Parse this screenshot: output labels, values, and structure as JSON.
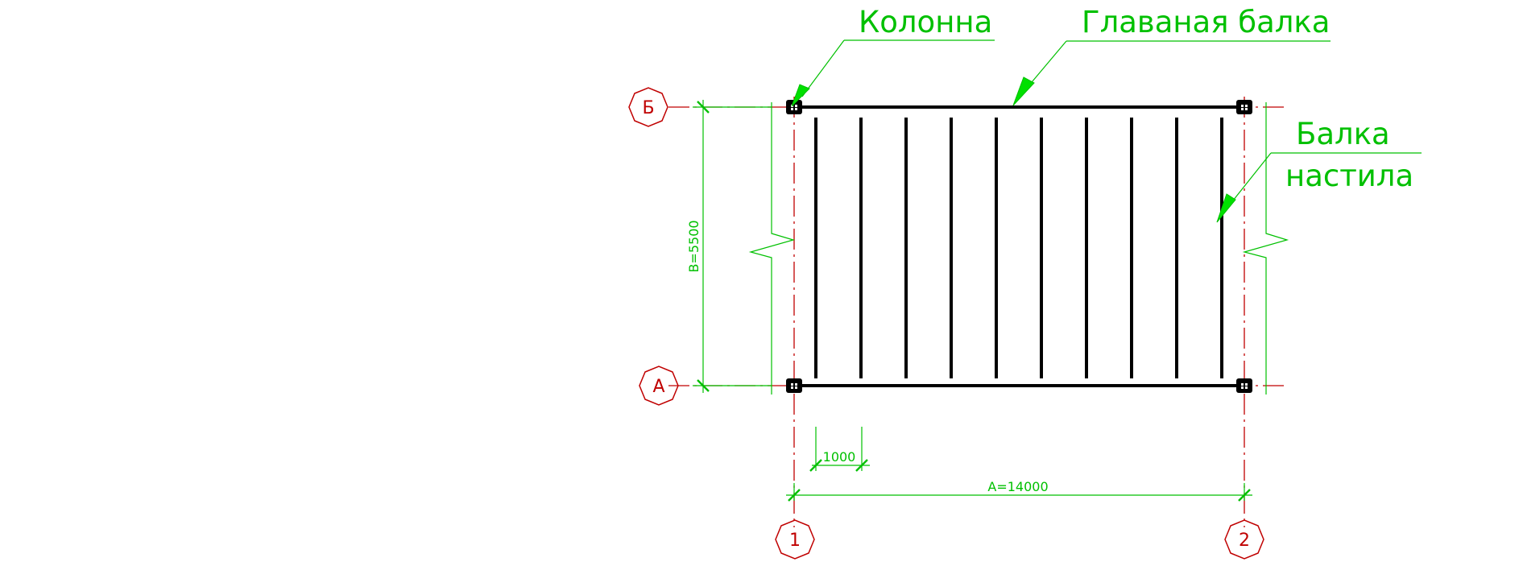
{
  "drawing": {
    "labels": {
      "column": "Колонна",
      "main_beam": "Главаная балка",
      "deck_beam_line1": "Балка",
      "deck_beam_line2": "настила"
    },
    "dimensions": {
      "span_a": "A=14000",
      "span_b": "B=5500",
      "deck_spacing": "1000"
    },
    "axes": {
      "row_top": "Б",
      "row_bottom": "А",
      "col_left": "1",
      "col_right": "2"
    },
    "deck_beam_count": 10,
    "colors": {
      "annotation": "#00c000",
      "axis": "#c00000",
      "structure": "#000000"
    }
  }
}
